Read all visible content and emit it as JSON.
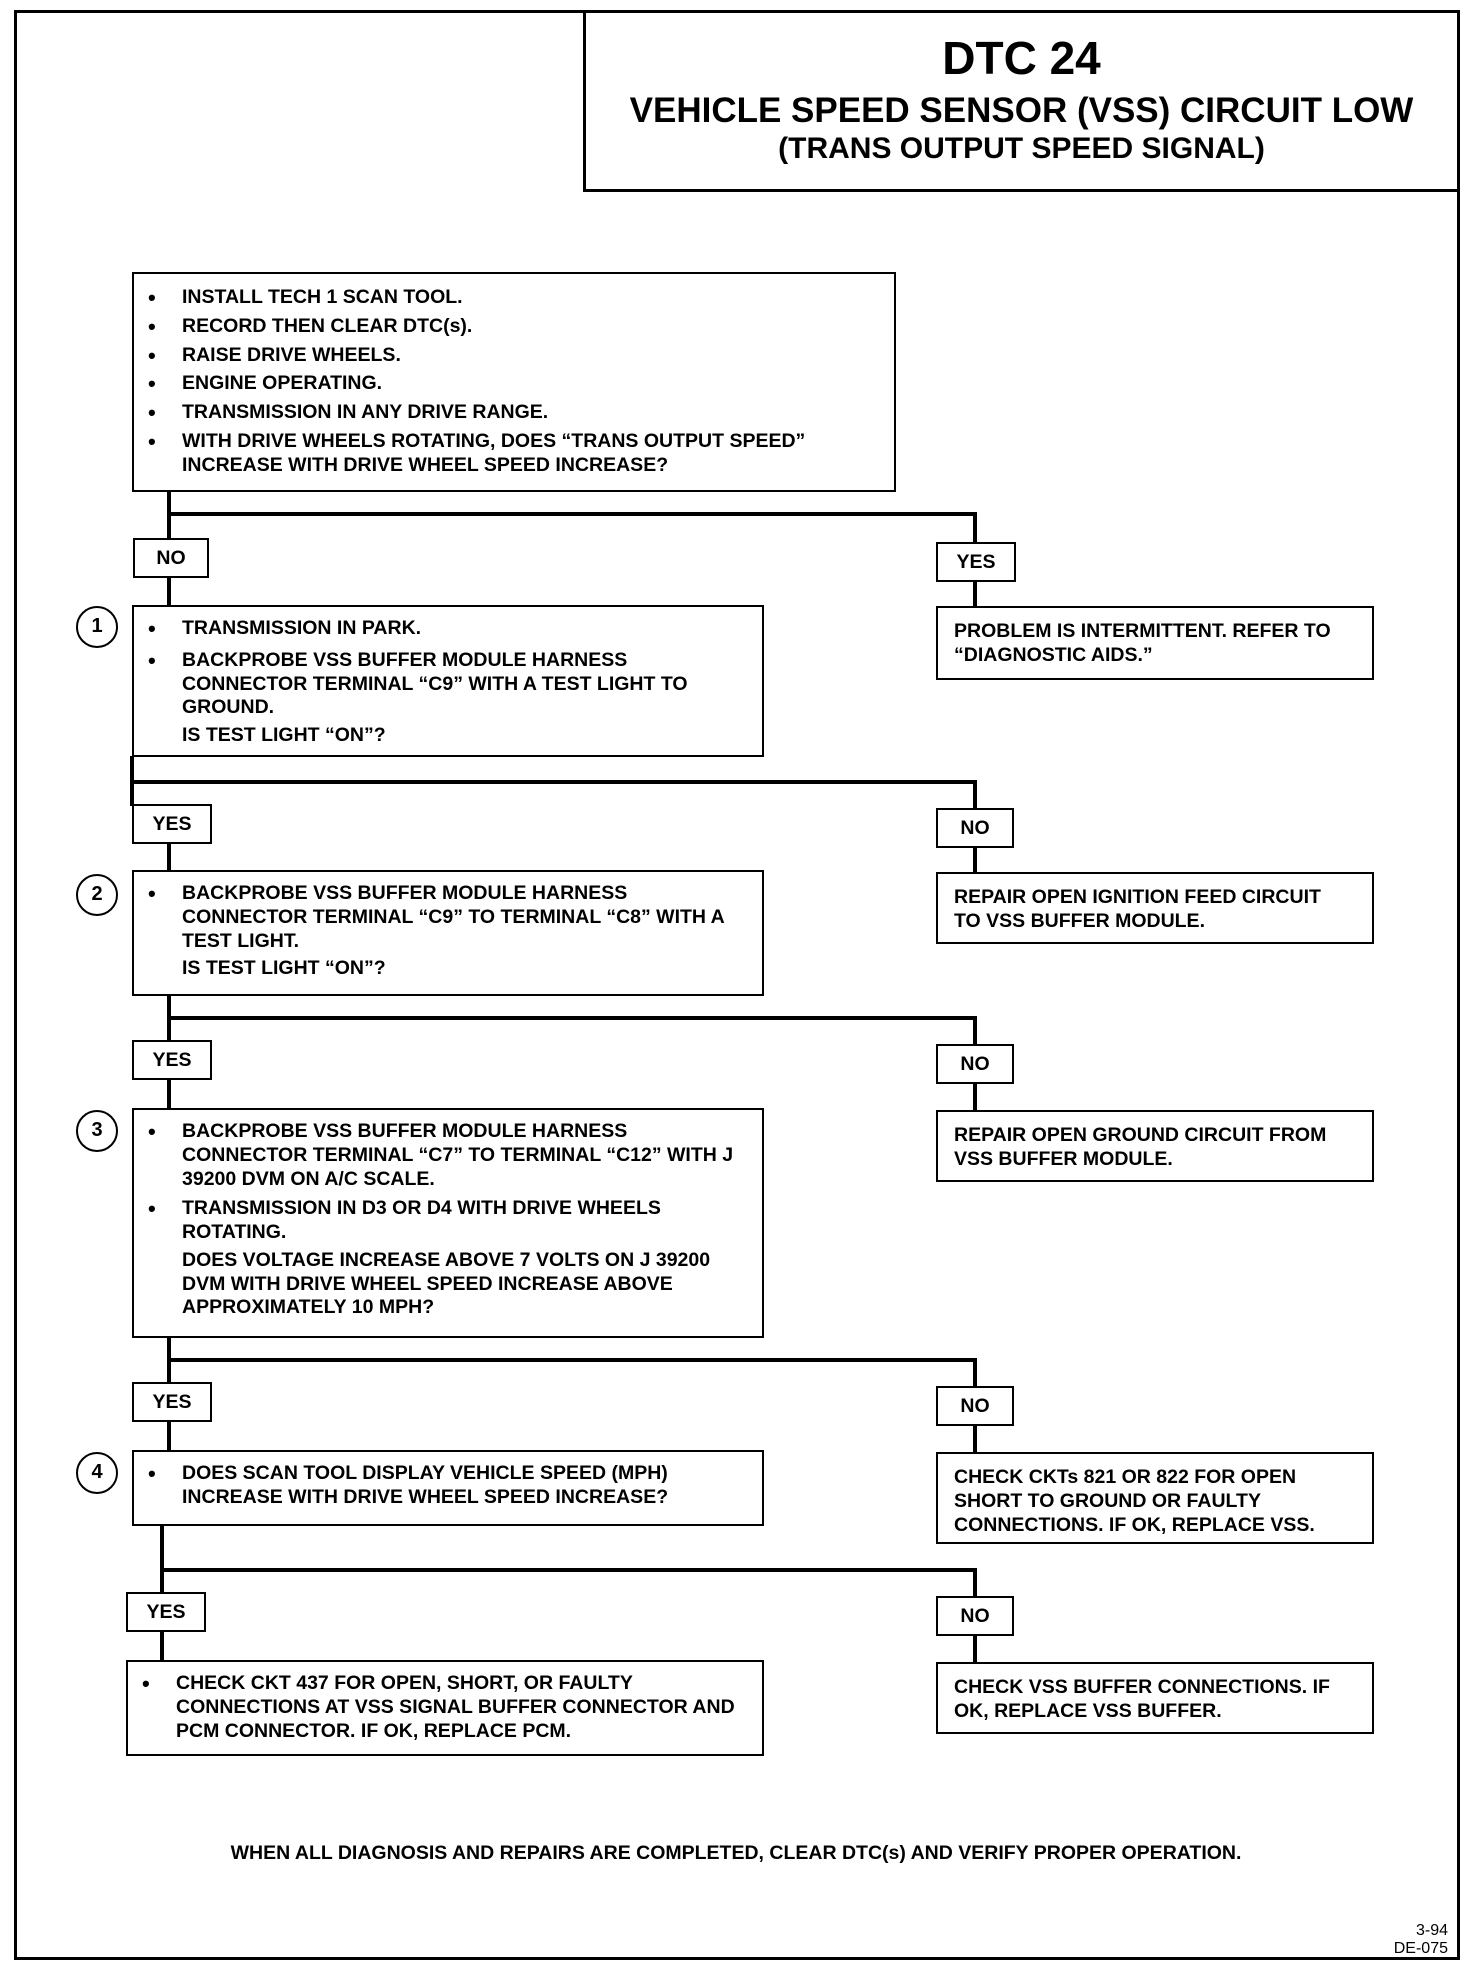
{
  "header": {
    "title": "DTC 24",
    "subtitle": "VEHICLE SPEED SENSOR (VSS) CIRCUIT LOW",
    "subtitle2": "(TRANS OUTPUT SPEED SIGNAL)"
  },
  "start": {
    "items": [
      "INSTALL TECH 1 SCAN TOOL.",
      "RECORD THEN CLEAR DTC(s).",
      "RAISE DRIVE WHEELS.",
      "ENGINE OPERATING.",
      "TRANSMISSION IN ANY DRIVE RANGE.",
      "WITH DRIVE WHEELS ROTATING, DOES “TRANS OUTPUT SPEED” INCREASE WITH DRIVE WHEEL SPEED INCREASE?"
    ],
    "no_label": "NO",
    "yes_label": "YES",
    "yes_result": "PROBLEM IS INTERMITTENT. REFER TO “DIAGNOSTIC AIDS.”"
  },
  "steps": [
    {
      "number": "1",
      "items": [
        "TRANSMISSION IN PARK.",
        "BACKPROBE VSS BUFFER MODULE HARNESS CONNECTOR TERMINAL “C9” WITH A TEST LIGHT TO GROUND."
      ],
      "question": "IS TEST LIGHT “ON”?",
      "yes_label": "YES",
      "no_label": "NO",
      "no_result": "REPAIR OPEN IGNITION FEED CIRCUIT TO VSS BUFFER MODULE."
    },
    {
      "number": "2",
      "items": [
        "BACKPROBE VSS BUFFER MODULE HARNESS CONNECTOR TERMINAL “C9” TO TERMINAL “C8” WITH A TEST LIGHT."
      ],
      "question": "IS TEST LIGHT “ON”?",
      "yes_label": "YES",
      "no_label": "NO",
      "no_result": "REPAIR OPEN GROUND CIRCUIT FROM VSS BUFFER MODULE."
    },
    {
      "number": "3",
      "items": [
        "BACKPROBE VSS BUFFER MODULE HARNESS CONNECTOR TERMINAL “C7” TO TERMINAL “C12” WITH J 39200 DVM ON A/C SCALE.",
        "TRANSMISSION IN D3 OR D4 WITH DRIVE WHEELS ROTATING."
      ],
      "question": "DOES VOLTAGE INCREASE ABOVE 7 VOLTS ON J 39200 DVM WITH DRIVE WHEEL SPEED INCREASE ABOVE APPROXIMATELY 10 MPH?",
      "yes_label": "YES",
      "no_label": "NO",
      "no_result": "CHECK CKTs 821 OR 822 FOR OPEN SHORT TO GROUND OR FAULTY CONNECTIONS. IF OK, REPLACE VSS."
    },
    {
      "number": "4",
      "items": [
        "DOES SCAN TOOL DISPLAY VEHICLE SPEED (MPH) INCREASE WITH DRIVE WHEEL SPEED INCREASE?"
      ],
      "question": "",
      "yes_label": "YES",
      "no_label": "NO",
      "no_result": "CHECK VSS BUFFER CONNECTIONS. IF OK, REPLACE VSS BUFFER."
    }
  ],
  "final": {
    "items": [
      "CHECK CKT 437 FOR OPEN, SHORT, OR FAULTY CONNECTIONS AT VSS SIGNAL BUFFER CONNECTOR AND PCM CONNECTOR. IF OK, REPLACE PCM."
    ]
  },
  "footer": {
    "note": "WHEN ALL DIAGNOSIS AND REPAIRS ARE COMPLETED, CLEAR DTC(s) AND VERIFY PROPER OPERATION.",
    "date_code": "3-94",
    "doc_code": "DE-075"
  }
}
